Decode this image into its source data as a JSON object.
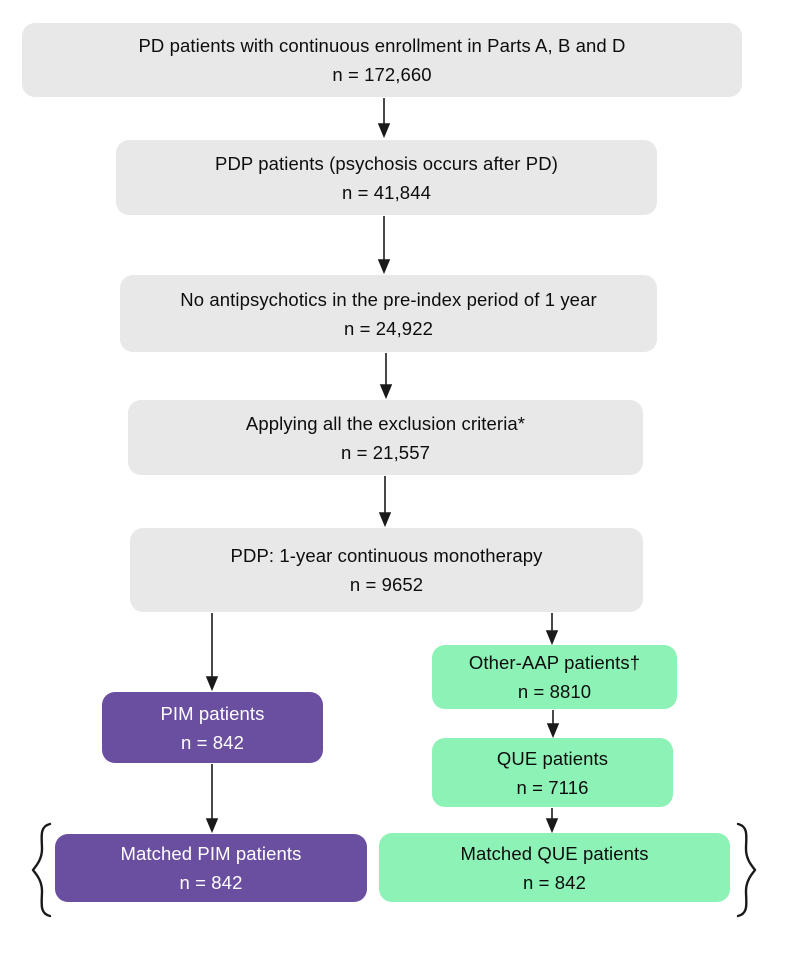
{
  "diagram": {
    "type": "patient-selection-flowchart",
    "background": "#ffffff"
  },
  "colors": {
    "box_gray": "#e8e8e8",
    "box_purple": "#6a4fa0",
    "box_green": "#8df2b6",
    "text_dark": "#0d0d0d",
    "text_light": "#ffffff",
    "arrow": "#1a1a1a"
  },
  "icons": {
    "left_brace": "left-brace-icon",
    "right_brace": "right-brace-icon",
    "arrow": "down-arrow-icon"
  },
  "flowchart": {
    "nodes": [
      {
        "id": "enrollment",
        "variant": "gray",
        "label": "PD patients with continuous enrollment in Parts A, B and D",
        "count": "n = 172,660"
      },
      {
        "id": "pdp",
        "variant": "gray",
        "label": "PDP patients (psychosis occurs after PD)",
        "count": "n = 41,844"
      },
      {
        "id": "no-antipsychotics",
        "variant": "gray",
        "label": "No antipsychotics in the pre-index period of 1 year",
        "count": "n = 24,922"
      },
      {
        "id": "exclusion",
        "variant": "gray",
        "label": "Applying all the exclusion criteria*",
        "count": "n = 21,557"
      },
      {
        "id": "monotherapy",
        "variant": "gray",
        "label": "PDP: 1-year continuous monotherapy",
        "count": "n = 9652"
      },
      {
        "id": "other-aap",
        "variant": "green",
        "label": "Other-AAP patients†",
        "count": "n = 8810"
      },
      {
        "id": "pim",
        "variant": "purple",
        "label": "PIM patients",
        "count": "n = 842"
      },
      {
        "id": "que",
        "variant": "green",
        "label": "QUE patients",
        "count": "n = 7116"
      },
      {
        "id": "matched-pim",
        "variant": "purple",
        "label": "Matched PIM patients",
        "count": "n = 842"
      },
      {
        "id": "matched-que",
        "variant": "green",
        "label": "Matched QUE patients",
        "count": "n = 842"
      }
    ]
  }
}
